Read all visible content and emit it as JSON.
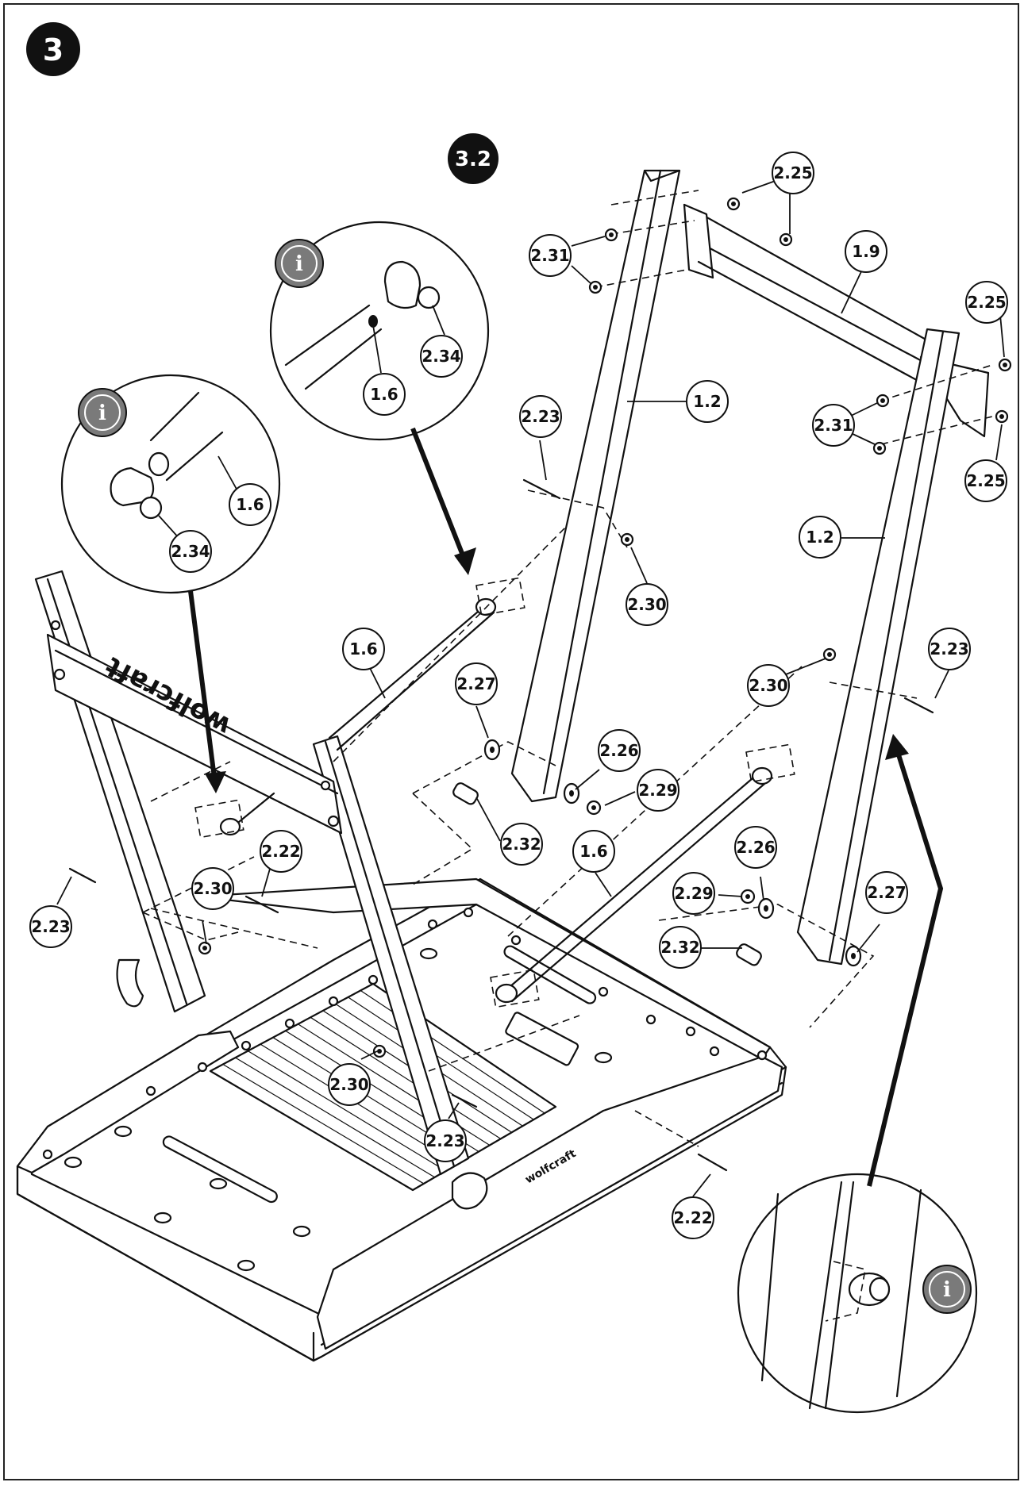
{
  "step": {
    "number": "3",
    "substep": "3.2"
  },
  "info_icon": "i",
  "brand_text": "wolfcraft",
  "parts": {
    "p1_2": "1.2",
    "p1_6": "1.6",
    "p1_9": "1.9",
    "p2_22": "2.22",
    "p2_23": "2.23",
    "p2_25": "2.25",
    "p2_26": "2.26",
    "p2_27": "2.27",
    "p2_29": "2.29",
    "p2_30": "2.30",
    "p2_31": "2.31",
    "p2_32": "2.32",
    "p2_34": "2.34"
  }
}
